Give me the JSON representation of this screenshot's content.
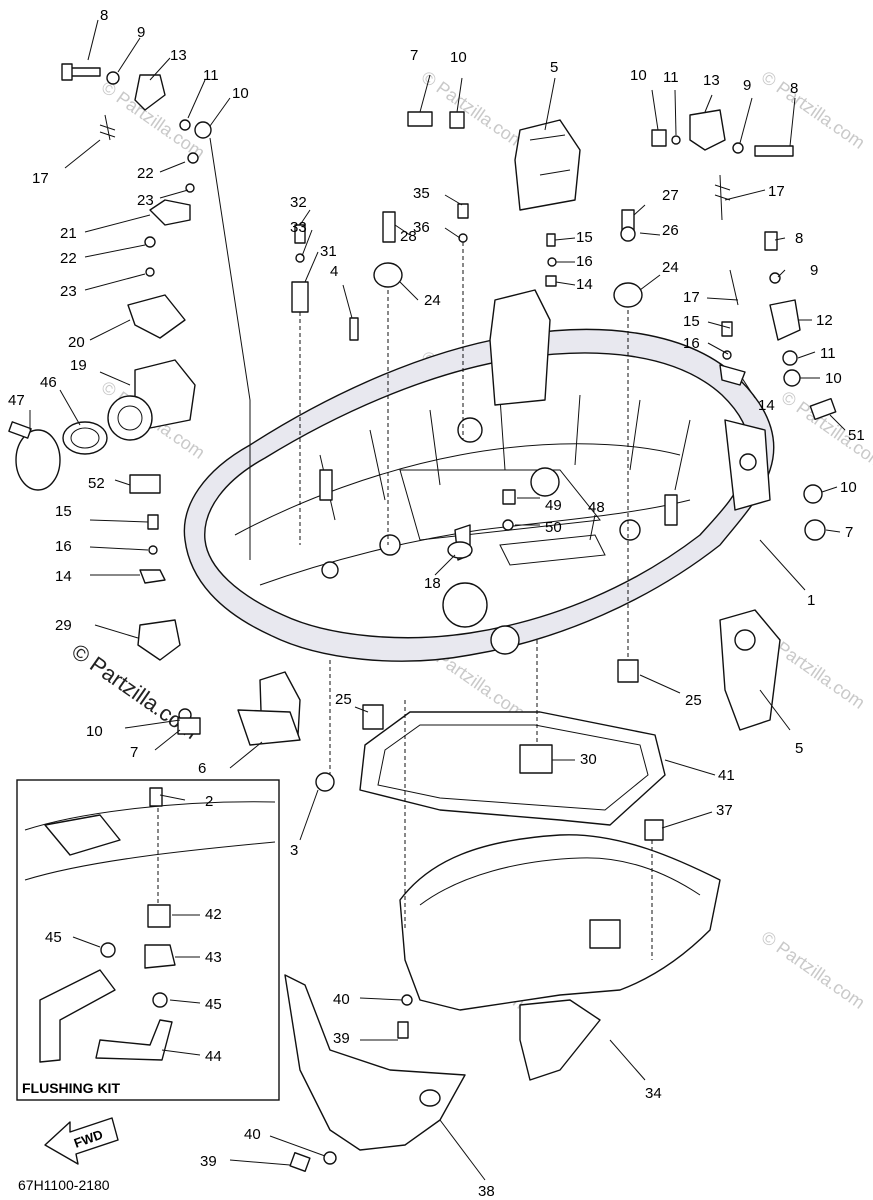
{
  "diagram": {
    "code": "67H1100-2180",
    "kit_title": "FLUSHING KIT",
    "direction_label": "FWD",
    "watermark_small": "© Partzilla.com",
    "watermark_big": "© Partzilla.com",
    "callouts": [
      "1",
      "2",
      "3",
      "4",
      "5",
      "5",
      "6",
      "7",
      "7",
      "7",
      "8",
      "8",
      "8",
      "9",
      "9",
      "9",
      "10",
      "10",
      "10",
      "10",
      "10",
      "10",
      "11",
      "11",
      "11",
      "12",
      "13",
      "13",
      "14",
      "14",
      "14",
      "14",
      "15",
      "15",
      "15",
      "16",
      "16",
      "16",
      "17",
      "17",
      "17",
      "18",
      "19",
      "20",
      "21",
      "22",
      "22",
      "23",
      "23",
      "24",
      "24",
      "25",
      "25",
      "26",
      "27",
      "28",
      "29",
      "30",
      "31",
      "32",
      "33",
      "34",
      "35",
      "36",
      "37",
      "38",
      "39",
      "39",
      "40",
      "40",
      "41",
      "42",
      "43",
      "44",
      "45",
      "45",
      "46",
      "47",
      "48",
      "49",
      "50",
      "51",
      "52"
    ]
  }
}
